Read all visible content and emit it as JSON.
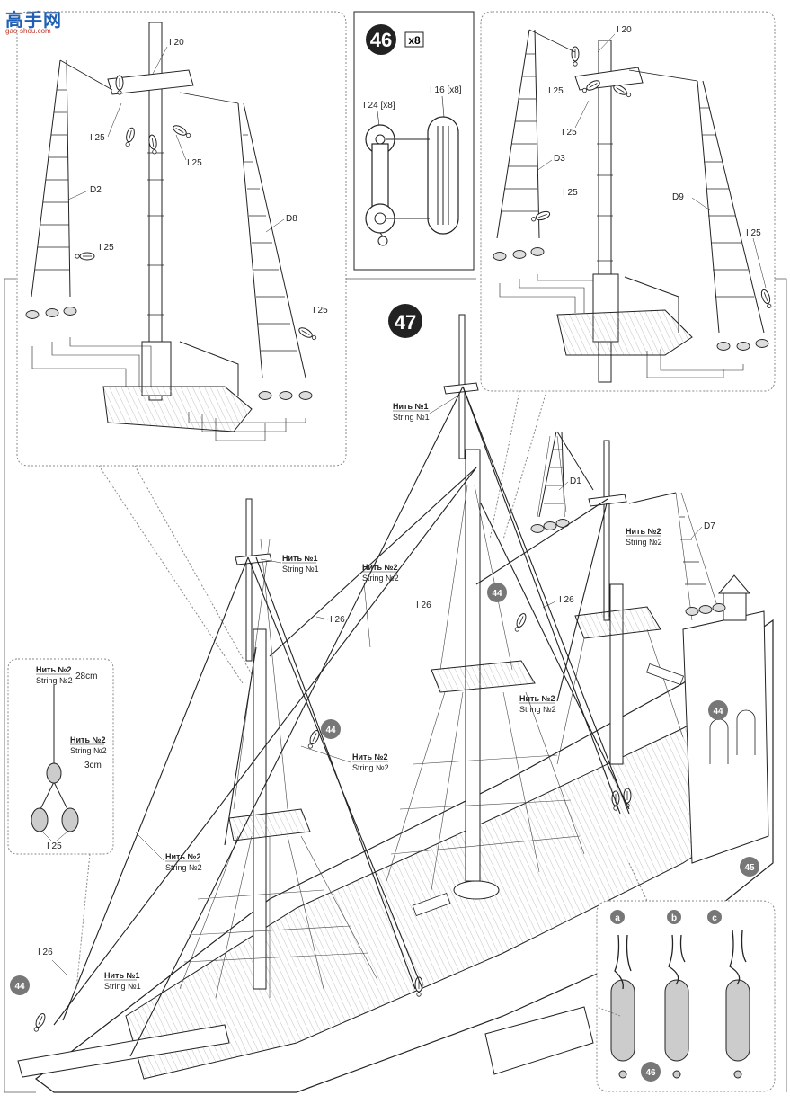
{
  "watermark": {
    "site": "高手网",
    "url": "gao-shou.com"
  },
  "step46": {
    "number": "46",
    "qty": "x8",
    "part_a": "I 24 [x8]",
    "part_b": "I 16 [x8]"
  },
  "step47": {
    "number": "47"
  },
  "panel_left": {
    "i20": "I 20",
    "i25_a": "I 25",
    "i25_b": "I 25",
    "d2": "D2",
    "i25_c": "I 25",
    "d8": "D8",
    "i25_d": "I 25"
  },
  "panel_right": {
    "i20": "I 20",
    "i25_a": "I 25",
    "i25_b": "I 25",
    "d3": "D3",
    "i25_c": "I 25",
    "d9": "D9",
    "i25_d": "I 25"
  },
  "main": {
    "string1_ru": "Нить №1",
    "string1_en": "String №1",
    "string2_ru": "Нить №2",
    "string2_en": "String №2",
    "d1": "D1",
    "d7": "D7",
    "i26": "I 26",
    "badge44": "44",
    "badge45": "45",
    "badge46": "46"
  },
  "inset_string": {
    "len1": "28cm",
    "len2": "3cm",
    "part": "I 25"
  },
  "tie_steps": {
    "a": "a",
    "b": "b",
    "c": "c"
  }
}
